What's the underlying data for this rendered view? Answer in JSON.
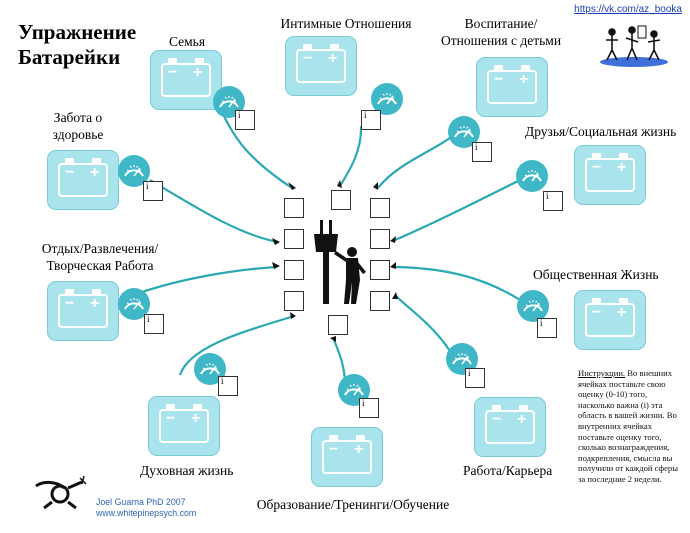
{
  "title_lines": [
    "Упражнение",
    "Батарейки"
  ],
  "link": "https://vk.com/az_booka",
  "box_mark": "i",
  "spheres": {
    "family": "Семья",
    "intimate": "Интимные Отношения",
    "parenting_line1": "Воспитание/",
    "parenting_line2": "Отношения с детьми",
    "friends": "Друзья/Социальная жизнь",
    "health_line1": "Забота о",
    "health_line2": "здоровье",
    "leisure_line1": "Отдых/Развлечения/",
    "leisure_line2": "Творческая Работа",
    "community": "Общественная Жизнь",
    "spiritual": "Духовная жизнь",
    "career": "Работа/Карьера",
    "education": "Образование/Тренинги/Обучение"
  },
  "instructions": {
    "heading": "Инструкции.",
    "text": " Во внешних ячейках поставьте свою оценку (0-10) того, насколько важна (i) эта область в вашей жизни.  Во внутренних ячейках поставьте оценку того, сколько вознаграждения, подкрепления, смысла вы получили от каждой сферы за последние 2 недели."
  },
  "footer": {
    "author": "Joel Guarna PhD 2007",
    "site": "www.whitepinepsych.com"
  },
  "colors": {
    "battery_fill": "#a9e4ec",
    "gauge": "#3fb7c6",
    "wire": "#2aa9b4",
    "footer_text": "#2f63b8"
  }
}
